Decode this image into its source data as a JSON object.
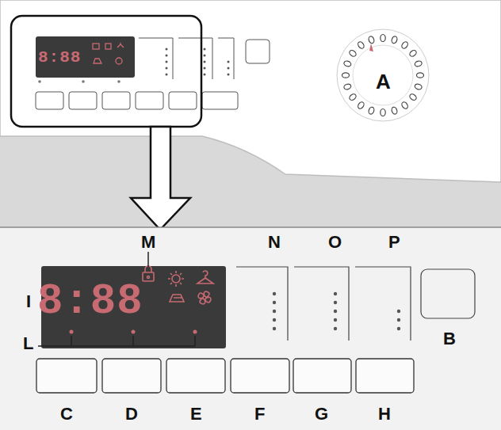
{
  "diagram": {
    "labels": [
      "A",
      "8:88",
      "M",
      "N",
      "O",
      "P",
      "I",
      "8:88",
      "L",
      "B",
      "C",
      "D",
      "E",
      "F",
      "G",
      "H"
    ]
  }
}
